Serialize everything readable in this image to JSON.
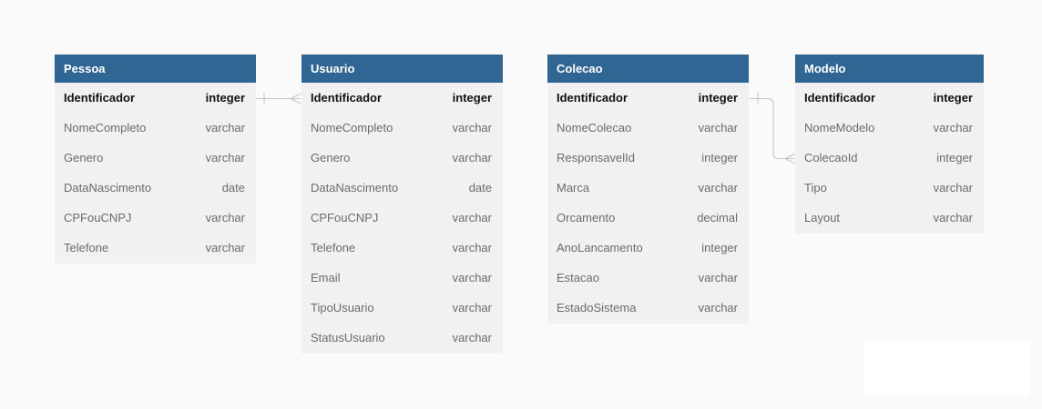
{
  "colors": {
    "background": "#fafafa",
    "header": "#306693",
    "header_text": "#ffffff",
    "row_bg": "#f1f1f1",
    "pk_text": "#111111",
    "field_text": "#6b6b6b",
    "connector": "#c4c4c4"
  },
  "tables": [
    {
      "name": "Pessoa",
      "fields": [
        {
          "name": "Identificador",
          "type": "integer",
          "pk": true
        },
        {
          "name": "NomeCompleto",
          "type": "varchar"
        },
        {
          "name": "Genero",
          "type": "varchar"
        },
        {
          "name": "DataNascimento",
          "type": "date"
        },
        {
          "name": "CPFouCNPJ",
          "type": "varchar"
        },
        {
          "name": "Telefone",
          "type": "varchar"
        }
      ]
    },
    {
      "name": "Usuario",
      "fields": [
        {
          "name": "Identificador",
          "type": "integer",
          "pk": true
        },
        {
          "name": "NomeCompleto",
          "type": "varchar"
        },
        {
          "name": "Genero",
          "type": "varchar"
        },
        {
          "name": "DataNascimento",
          "type": "date"
        },
        {
          "name": "CPFouCNPJ",
          "type": "varchar"
        },
        {
          "name": "Telefone",
          "type": "varchar"
        },
        {
          "name": "Email",
          "type": "varchar"
        },
        {
          "name": "TipoUsuario",
          "type": "varchar"
        },
        {
          "name": "StatusUsuario",
          "type": "varchar"
        }
      ]
    },
    {
      "name": "Colecao",
      "fields": [
        {
          "name": "Identificador",
          "type": "integer",
          "pk": true
        },
        {
          "name": "NomeColecao",
          "type": "varchar"
        },
        {
          "name": "ResponsavelId",
          "type": "integer"
        },
        {
          "name": "Marca",
          "type": "varchar"
        },
        {
          "name": "Orcamento",
          "type": "decimal"
        },
        {
          "name": "AnoLancamento",
          "type": "integer"
        },
        {
          "name": "Estacao",
          "type": "varchar"
        },
        {
          "name": "EstadoSistema",
          "type": "varchar"
        }
      ]
    },
    {
      "name": "Modelo",
      "fields": [
        {
          "name": "Identificador",
          "type": "integer",
          "pk": true
        },
        {
          "name": "NomeModelo",
          "type": "varchar"
        },
        {
          "name": "ColecaoId",
          "type": "integer"
        },
        {
          "name": "Tipo",
          "type": "varchar"
        },
        {
          "name": "Layout",
          "type": "varchar"
        }
      ]
    }
  ],
  "relationships": [
    {
      "from_table": "Pessoa",
      "from_field": "Identificador",
      "from_cardinality": "one",
      "to_table": "Usuario",
      "to_field": "Identificador",
      "to_cardinality": "many"
    },
    {
      "from_table": "Colecao",
      "from_field": "Identificador",
      "from_cardinality": "one",
      "to_table": "Modelo",
      "to_field": "ColecaoId",
      "to_cardinality": "many"
    }
  ]
}
